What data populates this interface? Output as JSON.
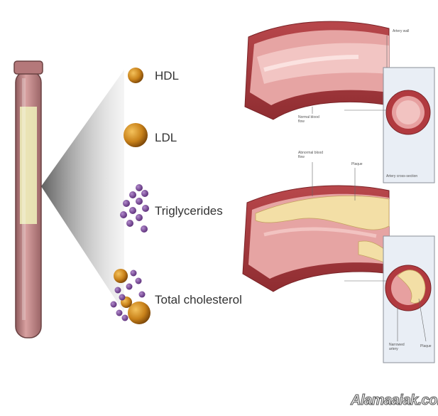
{
  "components": [
    {
      "key": "hdl",
      "label": "HDL"
    },
    {
      "key": "ldl",
      "label": "LDL"
    },
    {
      "key": "triglycerides",
      "label": "Triglycerides"
    },
    {
      "key": "total",
      "label": "Total cholesterol"
    }
  ],
  "annotations": {
    "artery_wall": "Artery wall",
    "normal_blood_flow": "Normal blood flow",
    "normal_cross_section": "Artery cross-section",
    "abnormal_blood_flow": "Abnormal blood flow",
    "plaque_top": "Plaque",
    "narrowed_artery": "Narrowed artery",
    "plaque_bottom": "Plaque"
  },
  "watermark": "Alamaaiak.com",
  "colors": {
    "artery_outer": "#a83a3e",
    "artery_inner": "#e8a8a6",
    "plaque": "#f3dfa6",
    "particle_gold": "#c9821a",
    "particle_purple": "#6f3f8f",
    "tube": "#c98a88",
    "serum": "#ecebb8"
  }
}
